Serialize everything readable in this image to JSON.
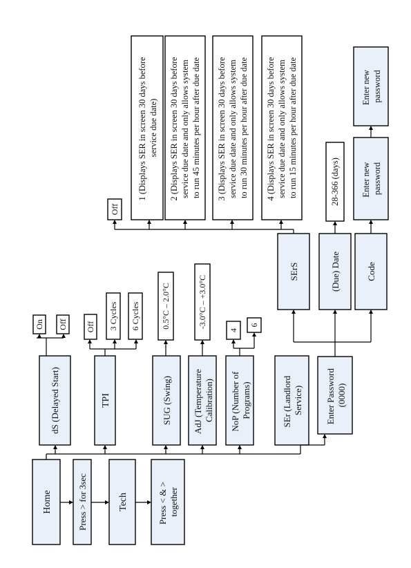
{
  "diagram": {
    "menu": {
      "home": "Home",
      "press_3sec": "Press > for 3sec",
      "tech": "Tech",
      "press_together": [
        "Press < & >",
        "together"
      ]
    },
    "settings": {
      "ds": "dS (Delayed Start)",
      "tpi": "TPI",
      "sug": "SUG (Swing)",
      "adj": [
        "AdJ (Temperature",
        "Calibration)"
      ],
      "nop": [
        "NoP (Number of",
        "Programs)"
      ],
      "ser": [
        "SEr (Landlord",
        "Service)"
      ]
    },
    "options": {
      "ds_on": "On",
      "ds_off": "Off",
      "tpi_off": "Off",
      "tpi_3": "3 Cycles",
      "tpi_6": "6 Cycles",
      "sug_range": "0.5°C – 2.0°C",
      "adj_range": "-3.0°C – +3.0°C",
      "nop_4": "4",
      "nop_6": "6"
    },
    "service": {
      "enter_password": [
        "Enter Password",
        "(0000)"
      ],
      "sers": "SErS",
      "due_date": "(Due) Date",
      "code": "Code",
      "sers_off": "Off",
      "days": "28-366 (days)",
      "enter_new_1": [
        "Enter new",
        "password"
      ],
      "enter_new_2": [
        "Enter new",
        "password"
      ]
    },
    "descriptions": {
      "d1": [
        "1 (Displays SER in screen 30 days before",
        "service due date)"
      ],
      "d2": [
        "2 (Displays SER in screen 30 days before",
        "service due date and only allows system",
        "to run 45 minutes per hour after due date"
      ],
      "d3": [
        "3 (Displays SER in screen 30 days before",
        "service due date and only allows system",
        "to run 30 minutes per hour after due date"
      ],
      "d4": [
        "4 (Displays SER in screen 30 days before",
        "service due date and only allows system",
        "to run 15 minutes per hour after due date"
      ]
    }
  }
}
